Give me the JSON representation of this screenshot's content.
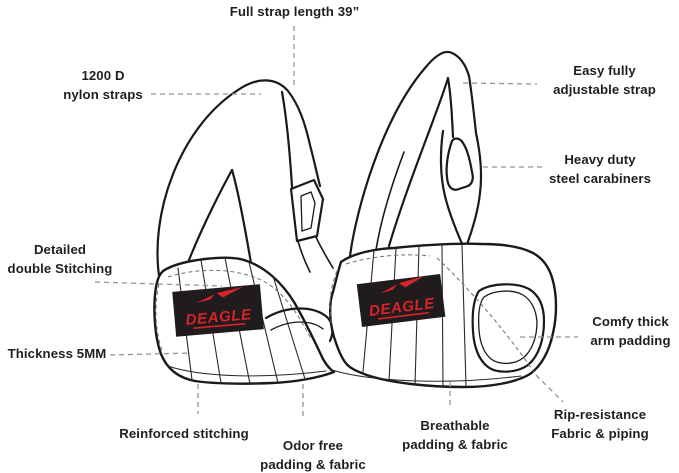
{
  "figure_type": "product-feature-diagram",
  "product": "ab straps pair (hanging arm slings)",
  "brand": {
    "name": "DEAGLE"
  },
  "colors": {
    "background": "#ffffff",
    "line_art": "#1a1a1a",
    "leader_line": "#949494",
    "label_text": "#1f1f1f",
    "patch_bg": "#201c1d",
    "brand_red": "#d8232a"
  },
  "annotations": {
    "full_strap_length": "Full strap length 39”",
    "nylon_straps": "1200 D\nnylon straps",
    "adjustable_strap": "Easy fully\nadjustable strap",
    "carabiners": "Heavy duty\nsteel carabiners",
    "double_stitching": "Detailed\ndouble Stitching",
    "thickness": "Thickness 5MM",
    "arm_padding": "Comfy thick\narm padding",
    "reinforced_stitching": "Reinforced stitching",
    "odor_free": "Odor free\npadding & fabric",
    "breathable": "Breathable\npadding & fabric",
    "rip_resistance": "Rip-resistance\nFabric & piping"
  }
}
